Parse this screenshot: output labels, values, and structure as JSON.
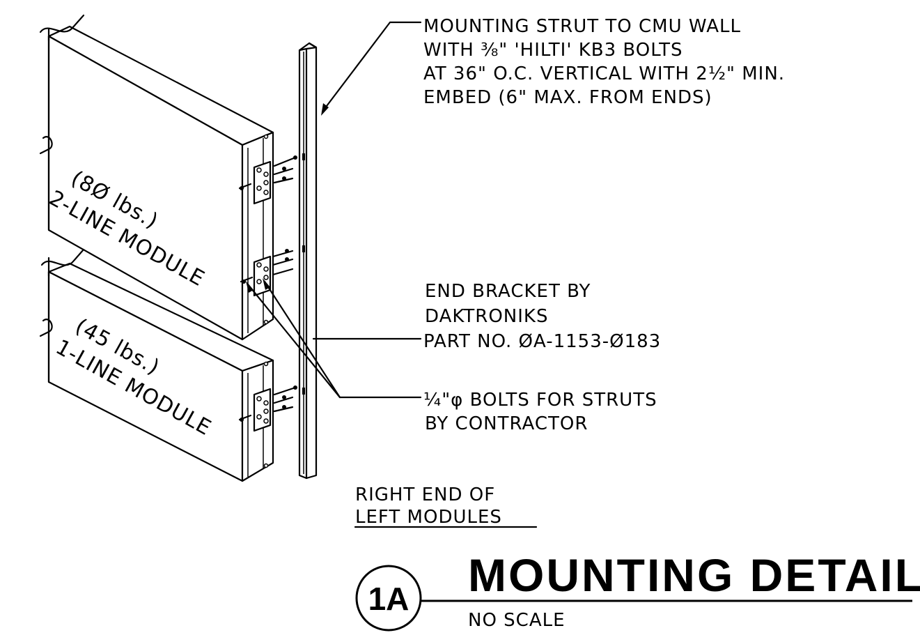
{
  "notes": {
    "strut_note": {
      "line1": "MOUNTING STRUT TO CMU WALL",
      "line2": "WITH ⅜\" 'HILTI' KB3 BOLTS",
      "line3": "AT 36\" O.C. VERTICAL WITH 2½\" MIN.",
      "line4": "EMBED (6\" MAX. FROM ENDS)"
    },
    "bracket_note": {
      "line1": "END BRACKET BY",
      "line2": "DAKTRONIKS",
      "line3": "PART NO. ØA-1153-Ø183"
    },
    "bolt_note": {
      "line1": "¼\"φ BOLTS FOR STRUTS",
      "line2": "BY CONTRACTOR"
    },
    "end_note": {
      "line1": "RIGHT END OF",
      "line2": "LEFT MODULES"
    }
  },
  "modules": {
    "upper": {
      "weight": "(8Ø lbs.)",
      "name": "2-LINE MODULE"
    },
    "lower": {
      "weight": "(45 lbs.)",
      "name": "1-LINE MODULE"
    }
  },
  "title_block": {
    "tag": "1A",
    "title": "MOUNTING DETAIL",
    "scale": "NO SCALE"
  }
}
